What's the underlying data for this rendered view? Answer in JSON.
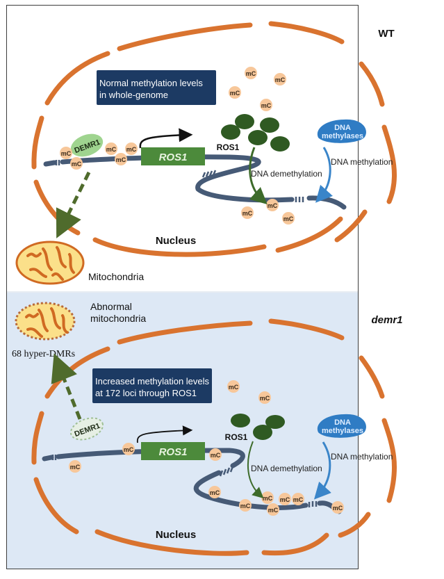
{
  "panels": {
    "wt": {
      "label": "WT",
      "info_box": [
        "Normal methylation levels",
        "in whole-genome"
      ],
      "nucleus_label": "Nucleus",
      "organelle_label": "Mitochondria",
      "demr1_label": "DEMR1",
      "gene_label": "ROS1",
      "protein_label": "ROS1",
      "enzyme_label": [
        "DNA",
        "methylases"
      ],
      "demethylation_label": "DNA demethylation",
      "methylation_label": "DNA methylation",
      "mark_label": "mC"
    },
    "demr1": {
      "label": "demr1",
      "info_box": [
        "Increased methylation levels",
        "at 172 loci through ROS1"
      ],
      "nucleus_label": "Nucleus",
      "organelle_label": [
        "Abnormal",
        "mitochondria"
      ],
      "dmr_label": "68 hyper-DMRs",
      "demr1_label": "DEMR1",
      "gene_label": "ROS1",
      "protein_label": "ROS1",
      "enzyme_label": [
        "DNA",
        "methylases"
      ],
      "demethylation_label": "DNA demethylation",
      "methylation_label": "DNA methylation",
      "mark_label": "mC"
    }
  },
  "colors": {
    "membrane": "#d9732f",
    "dna": "#465a76",
    "info_box": "#1c3a63",
    "gene_box": "#4c8a3b",
    "ros1_protein": "#2f5a22",
    "demr1_protein": "#9fd48f",
    "methylases": "#2f7cc4",
    "mc_mark": "#f7c79a",
    "mito_fill": "#fbe08a",
    "demethylation_arrow": "#3d6b2a",
    "methylation_arrow": "#3a85c9",
    "bottom_panel_bg": "#dde8f5"
  }
}
